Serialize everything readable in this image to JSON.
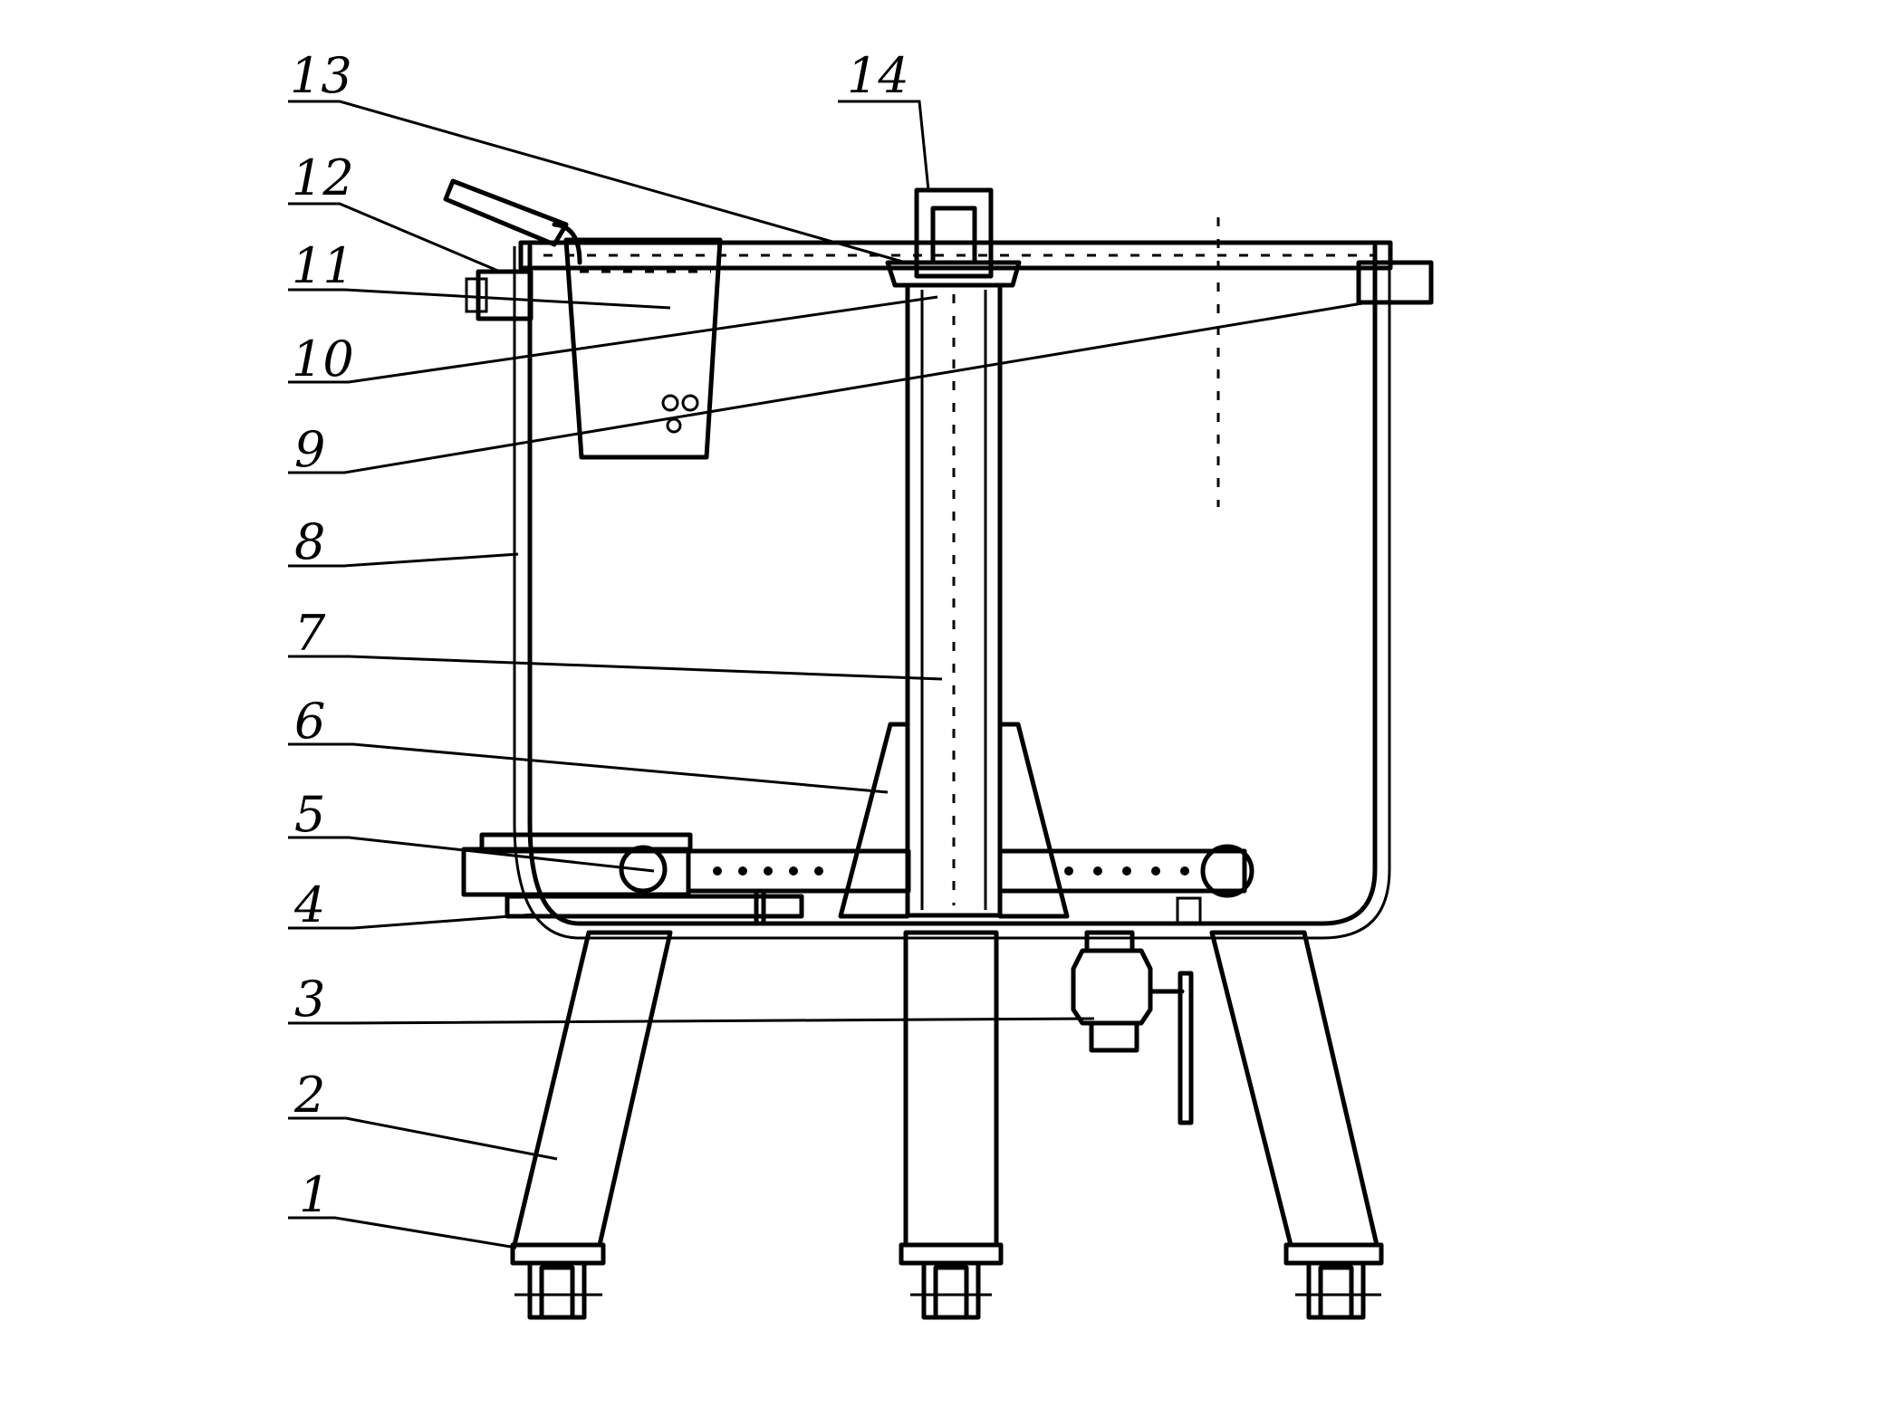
{
  "figure": {
    "callouts": [
      {
        "id": "13",
        "label": "13"
      },
      {
        "id": "12",
        "label": "12"
      },
      {
        "id": "11",
        "label": "11"
      },
      {
        "id": "10",
        "label": "10"
      },
      {
        "id": "9",
        "label": "9"
      },
      {
        "id": "8",
        "label": "8"
      },
      {
        "id": "7",
        "label": "7"
      },
      {
        "id": "6",
        "label": "6"
      },
      {
        "id": "5",
        "label": "5"
      },
      {
        "id": "4",
        "label": "4"
      },
      {
        "id": "3",
        "label": "3"
      },
      {
        "id": "2",
        "label": "2"
      },
      {
        "id": "1",
        "label": "1"
      },
      {
        "id": "14",
        "label": "14"
      }
    ],
    "colors": {
      "ink": "#000000",
      "paper": "#ffffff"
    }
  }
}
